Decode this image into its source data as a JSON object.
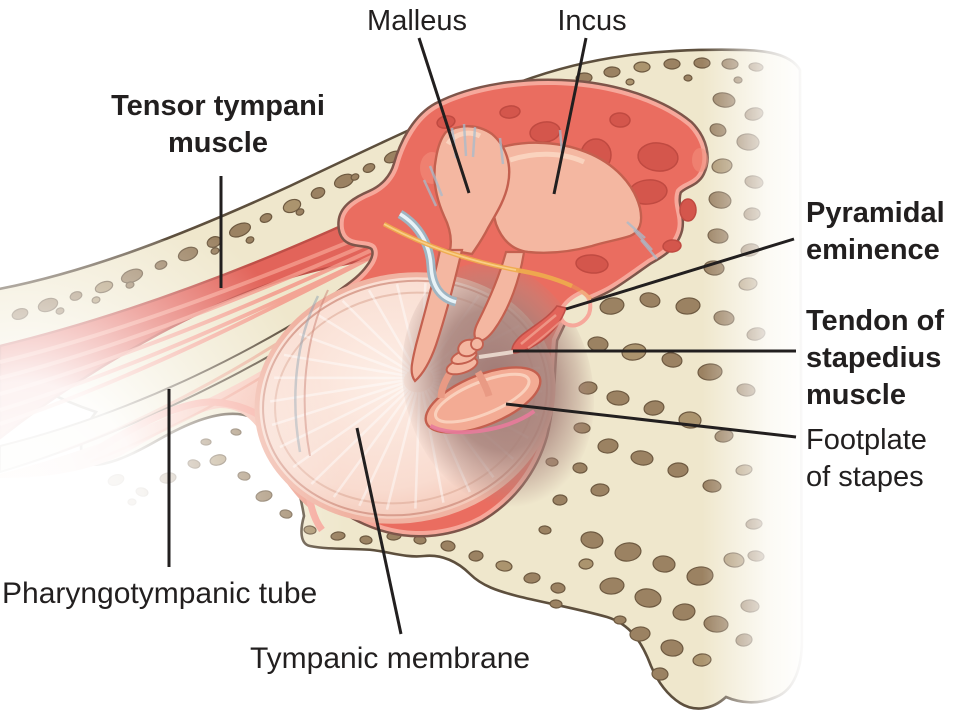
{
  "labels": {
    "malleus": {
      "text": "Malleus",
      "bold": false
    },
    "incus": {
      "text": "Incus",
      "bold": false
    },
    "tensor_tympani": {
      "text": "Tensor tympani\nmuscle",
      "bold": true
    },
    "pyramidal_eminence": {
      "text": "Pyramidal\neminence",
      "bold": true
    },
    "tendon_stapedius": {
      "text": "Tendon of\nstapedius\nmuscle",
      "bold": true
    },
    "footplate": {
      "text": "Footplate\nof stapes",
      "bold": false
    },
    "pharyngotympanic": {
      "text": "Pharyngotympanic tube",
      "bold": false
    },
    "tympanic_membrane": {
      "text": "Tympanic membrane",
      "bold": false
    }
  },
  "palette": {
    "ink": "#221f1f",
    "bone": "#efe7cc",
    "bone_outline": "#5d4f3d",
    "trabecula": "#9b8262",
    "trabecula_dark": "#6e5a41",
    "cavity": "#ea6d60",
    "cavity_spot": "#d4564c",
    "mucosa": "#f6a89b",
    "rim_dark": "#7e554a",
    "membrane": "#fae3d8",
    "membrane_edge": "#f0b3a2",
    "ossicle": "#f4b7a1",
    "ossicle_outline": "#c4604f",
    "muscle": "#e2645a",
    "muscle_stripe": "#f4998b",
    "muscle_dark": "#bf4f47",
    "nerve": "#eeab4d",
    "tendon": "#9fb5c2",
    "deep_shadow": "#9c7570",
    "footplate_rim": "#e87b9b"
  }
}
